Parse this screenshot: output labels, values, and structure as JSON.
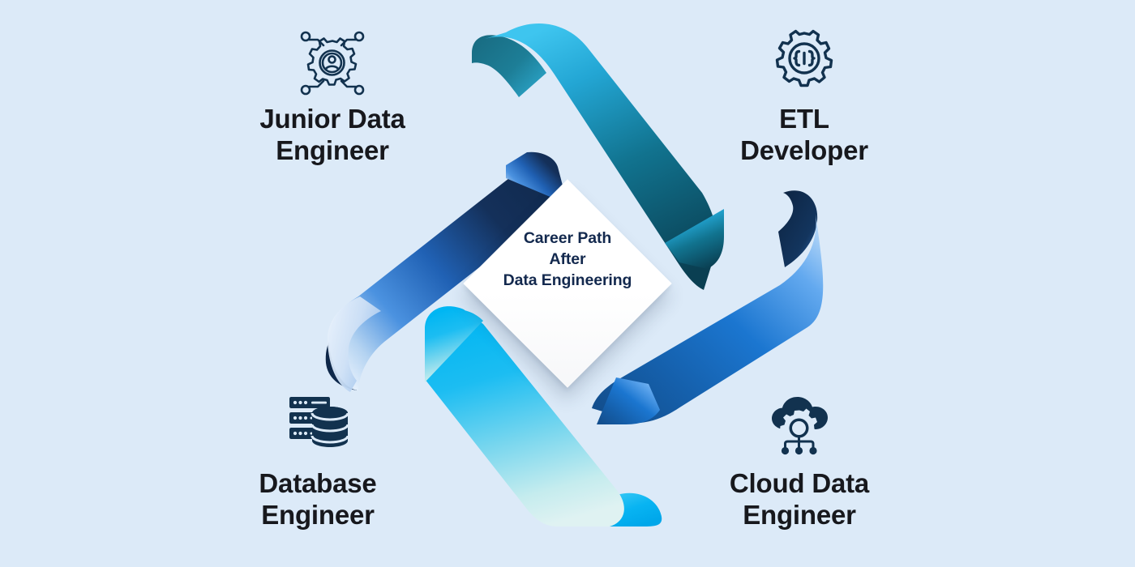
{
  "diagram": {
    "type": "cycle-ribbon-diagram",
    "background_color": "#dceaf8",
    "center": {
      "title": "Career Path\nAfter\nData Engineering",
      "text_color": "#13294e",
      "shape": "diamond",
      "fill_color": "#ffffff"
    },
    "nodes": [
      {
        "id": "junior-data-engineer",
        "label": "Junior Data\nEngineer",
        "icon": "gear-user-network-icon",
        "position": "top-left",
        "text_color": "#17181d"
      },
      {
        "id": "etl-developer",
        "label": "ETL\nDeveloper",
        "icon": "gear-code-braces-icon",
        "position": "top-right",
        "text_color": "#17181d"
      },
      {
        "id": "database-engineer",
        "label": "Database\nEngineer",
        "icon": "server-database-icon",
        "position": "bottom-left",
        "text_color": "#17181d"
      },
      {
        "id": "cloud-data-engineer",
        "label": "Cloud Data\nEngineer",
        "icon": "cloud-gear-network-icon",
        "position": "bottom-right",
        "text_color": "#17181d"
      }
    ],
    "ribbons": [
      {
        "id": "ribbon-top",
        "direction": "left-to-right-descending",
        "gradient_from": "#2fb8e8",
        "gradient_to": "#0d4456",
        "curl_color": "#1b6c83"
      },
      {
        "id": "ribbon-right",
        "direction": "top-to-bottom-left-descending",
        "gradient_from": "#9cc9f5",
        "gradient_to": "#155b9e",
        "curl_color": "#102a48"
      },
      {
        "id": "ribbon-bottom",
        "direction": "bottom-to-top-right-ascending",
        "gradient_from": "#00b3f0",
        "gradient_to": "#d8f0f2",
        "curl_color": "#00b3f0"
      },
      {
        "id": "ribbon-left",
        "direction": "right-to-left-descending",
        "gradient_from": "#16325c",
        "gradient_to": "#cfe3f7",
        "curl_color": "#0f2a4d"
      }
    ],
    "icon_color": "#12324f"
  }
}
